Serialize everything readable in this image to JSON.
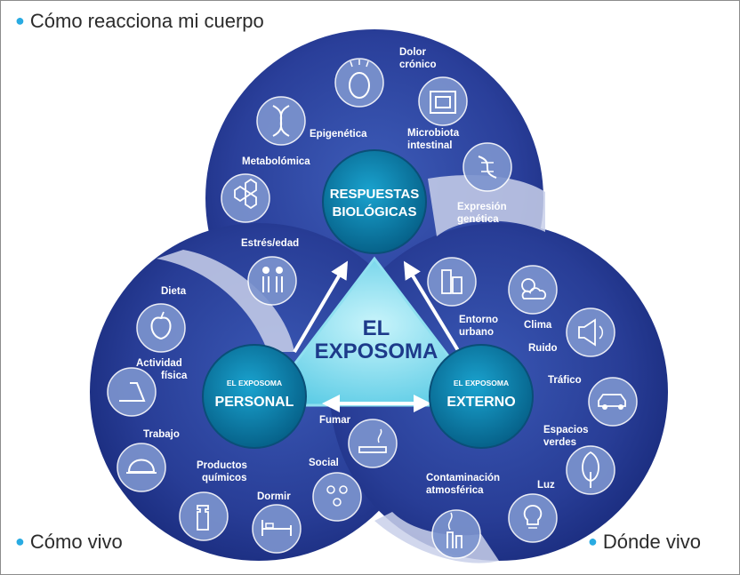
{
  "corner_labels": {
    "top": "Cómo reacciona mi cuerpo",
    "bottom_left": "Cómo vivo",
    "bottom_right": "Dónde vivo"
  },
  "center": {
    "line1": "EL",
    "line2": "EXPOSOMA"
  },
  "hubs": {
    "biological": {
      "line1": "RESPUESTAS",
      "line2": "BIOLÓGICAS"
    },
    "personal": {
      "small": "EL EXPOSOMA",
      "big": "PERSONAL"
    },
    "external": {
      "small": "EL EXPOSOMA",
      "big": "EXTERNO"
    }
  },
  "labels": {
    "dolor_l1": "Dolor",
    "dolor_l2": "crónico",
    "epigenetica": "Epigenética",
    "microbiota_l1": "Microbiota",
    "microbiota_l2": "intestinal",
    "metabolomica": "Metabolómica",
    "expresion_l1": "Expresión",
    "expresion_l2": "genética",
    "estres": "Estrés/edad",
    "dieta": "Dieta",
    "actividad_l1": "Actividad",
    "actividad_l2": "física",
    "trabajo": "Trabajo",
    "productos_l1": "Productos",
    "productos_l2": "químicos",
    "dormir": "Dormir",
    "social": "Social",
    "fumar": "Fumar",
    "entorno_l1": "Entorno",
    "entorno_l2": "urbano",
    "clima": "Clima",
    "ruido": "Ruido",
    "trafico": "Tráfico",
    "espacios_l1": "Espacios",
    "espacios_l2": "verdes",
    "contaminacion_l1": "Contaminación",
    "contaminacion_l2": "atmosférica",
    "luz": "Luz"
  },
  "icons": {
    "top": [
      "head-pain-icon",
      "dna-icon",
      "intestine-icon",
      "hexagon-molecule-icon",
      "gene-expression-icon",
      "elderly-couple-icon"
    ],
    "personal": [
      "apple-icon",
      "treadmill-icon",
      "hard-hat-icon",
      "spray-bottle-icon",
      "bed-icon",
      "people-group-icon",
      "cigarette-icon"
    ],
    "external": [
      "buildings-icon",
      "sun-cloud-icon",
      "megaphone-icon",
      "car-icon",
      "tree-icon",
      "lightbulb-icon",
      "factory-smoke-icon"
    ]
  },
  "colors": {
    "circle_dark": "#1b2d80",
    "circle_mid": "#2e4aa5",
    "hub": "#0b86b0",
    "center": "#8fe0f0",
    "accent": "#29abe2",
    "text_center": "#1d3a8a"
  }
}
